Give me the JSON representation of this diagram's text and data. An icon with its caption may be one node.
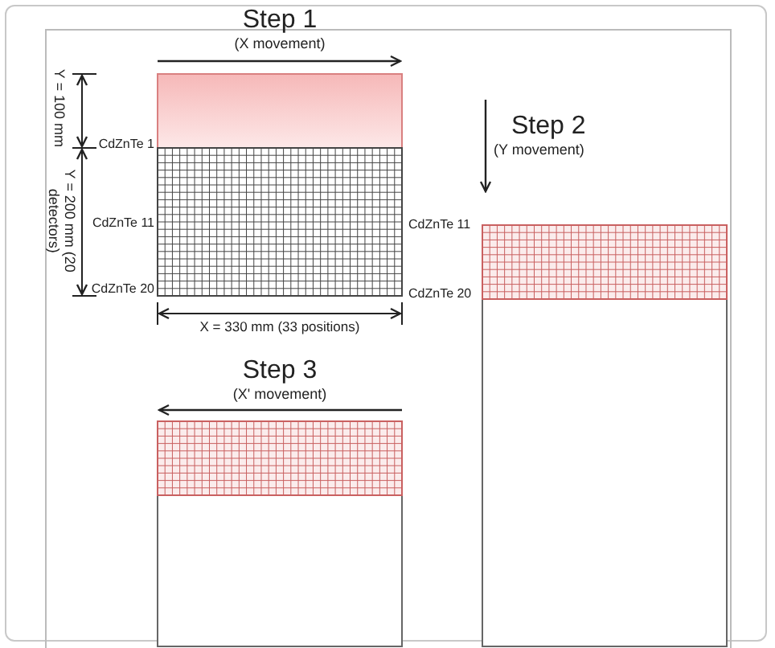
{
  "diagram": {
    "labels": [
      "Step 1",
      "(X movement)",
      "Y = 100 mm",
      "CdZnTe 1",
      "Step 2",
      "(Y movement)",
      "Y = 200 mm (20 detectors)",
      "CdZnTe 11",
      "CdZnTe 11",
      "CdZnTe 20",
      "CdZnTe 20",
      "X = 330 mm (33 positions)",
      "Step 3",
      "(X' movement)"
    ]
  }
}
